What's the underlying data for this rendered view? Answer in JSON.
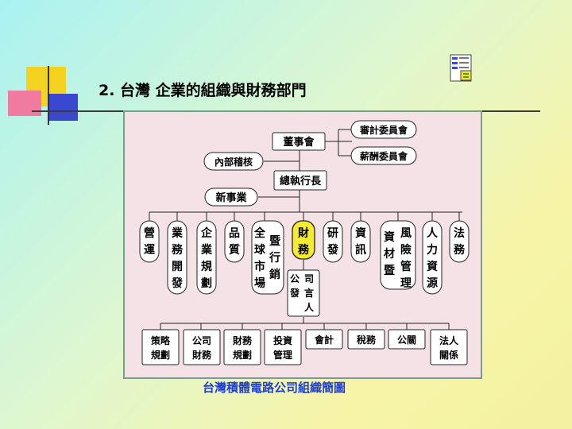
{
  "slide": {
    "title": "2. 台灣 企業的組織與財務部門",
    "caption": "台灣積體電路公司組織簡圖"
  },
  "org_chart": {
    "board": "董事會",
    "committees": [
      "審計委員會",
      "薪酬委員會"
    ],
    "internal_audit": "內部稽核",
    "ceo": "總執行長",
    "new_business": "新事業",
    "divisions": [
      "營運",
      "業務開發",
      "企業規劃",
      "品質",
      "全球市場",
      "暨行銷",
      "財務",
      "研發",
      "資訊",
      "資材暨",
      "風險管理",
      "人力資源",
      "法務"
    ],
    "spokesperson": "公司發言人",
    "finance_units": [
      "策略規劃",
      "公司財務",
      "財務規劃",
      "投資管理",
      "會計",
      "稅務",
      "公關",
      "法人關係"
    ],
    "highlight_color": "#f5ec2f"
  },
  "decor": {
    "square_colors": [
      "#f3d21c",
      "#f07aa0",
      "#3a48d0"
    ]
  }
}
